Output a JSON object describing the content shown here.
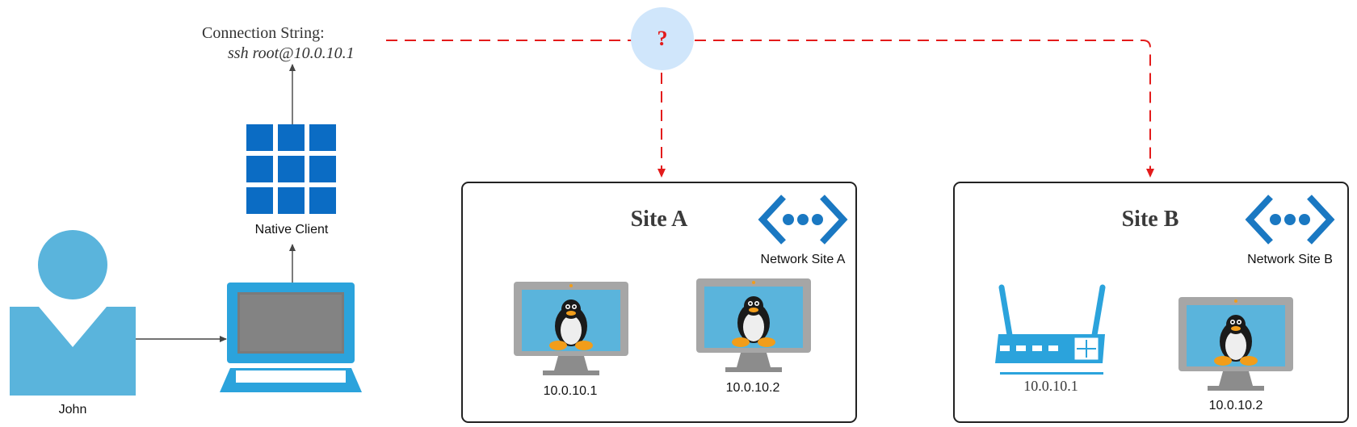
{
  "user": {
    "label": "John"
  },
  "client": {
    "label": "Native Client"
  },
  "connection": {
    "heading": "Connection String:",
    "command": "ssh root@10.0.10.1"
  },
  "unknown": {
    "symbol": "?"
  },
  "sites": [
    {
      "title": "Site A",
      "network_label": "Network Site A",
      "devices": [
        {
          "kind": "linux-monitor",
          "ip": "10.0.10.1"
        },
        {
          "kind": "linux-monitor",
          "ip": "10.0.10.2"
        }
      ]
    },
    {
      "title": "Site B",
      "network_label": "Network Site B",
      "devices": [
        {
          "kind": "router",
          "ip": "10.0.10.1"
        },
        {
          "kind": "linux-monitor",
          "ip": "10.0.10.2"
        }
      ]
    }
  ],
  "colors": {
    "person": "#5ab4dc",
    "laptop": "#2ba3dc",
    "grid": "#0b6cc4",
    "network": "#1a78c2",
    "dashed": "#e31b1b",
    "bubble": "#d0e6fb",
    "border": "#222222",
    "arrow": "#444444",
    "monitor_body": "#a6a6a6",
    "screen": "#5ab4dc",
    "tux_belly": "#eeeeee",
    "tux_feet": "#f29d1a"
  }
}
